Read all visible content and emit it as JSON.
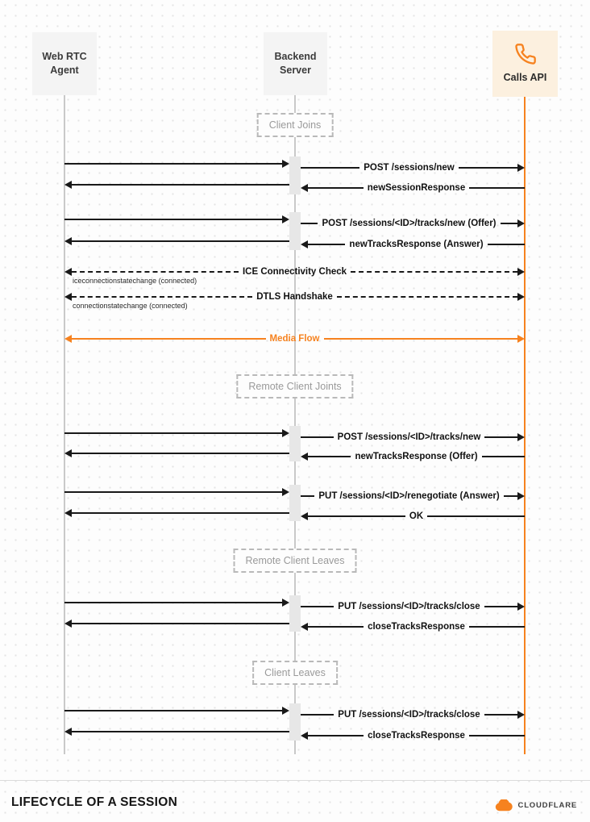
{
  "actors": [
    {
      "label": "Web RTC Agent"
    },
    {
      "label": "Backend Server"
    },
    {
      "label": "Calls API"
    }
  ],
  "groups": [
    {
      "label": "Client Joins"
    },
    {
      "label": "Remote Client Joints"
    },
    {
      "label": "Remote Client Leaves"
    },
    {
      "label": "Client Leaves"
    }
  ],
  "messages": [
    {
      "label": "POST /sessions/new",
      "type": "request"
    },
    {
      "label": "newSessionResponse",
      "type": "response"
    },
    {
      "label": "POST /sessions/<ID>/tracks/new (Offer)",
      "type": "request"
    },
    {
      "label": "newTracksResponse (Answer)",
      "type": "response"
    },
    {
      "label": "ICE Connectivity Check",
      "note": "iceconnectionstatechange (connected)",
      "type": "bidirectional-dashed"
    },
    {
      "label": "DTLS Handshake",
      "note": "connectionstatechange (connected)",
      "type": "bidirectional-dashed"
    },
    {
      "label": "Media Flow",
      "type": "bidirectional-media"
    },
    {
      "label": "POST /sessions/<ID>/tracks/new",
      "type": "request"
    },
    {
      "label": "newTracksResponse (Offer)",
      "type": "response"
    },
    {
      "label": "PUT /sessions/<ID>/renegotiate (Answer)",
      "type": "request"
    },
    {
      "label": "OK",
      "type": "response"
    },
    {
      "label": "PUT /sessions/<ID>/tracks/close",
      "type": "request"
    },
    {
      "label": "closeTracksResponse",
      "type": "response"
    },
    {
      "label": "PUT /sessions/<ID>/tracks/close",
      "type": "request"
    },
    {
      "label": "closeTracksResponse",
      "type": "response"
    }
  ],
  "footer": {
    "title": "LIFECYCLE OF A SESSION",
    "brand": "CLOUDFLARE"
  },
  "colors": {
    "accent_orange": "#f6821f",
    "arrow_black": "#191919",
    "muted_gray": "#9a9a9a"
  }
}
